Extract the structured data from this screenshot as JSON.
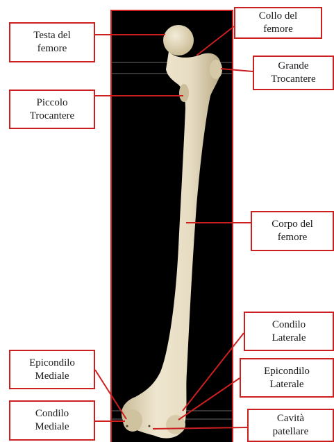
{
  "labels": {
    "testa": "Testa del\nfemore",
    "collo": "Collo del\nfemore",
    "grande": "Grande\nTrocantere",
    "piccolo": "Piccolo\nTrocantere",
    "corpo": "Corpo del\nfemore",
    "condilo_lat": "Condilo\nLaterale",
    "epi_med": "Epicondilo\nMediale",
    "epi_lat": "Epicondilo\nLaterale",
    "condilo_med": "Condilo\nMediale",
    "cavita": "Cavità\npatellare"
  },
  "colors": {
    "border": "#cc1f1f",
    "bone": "#e9e0c9",
    "background": "#000000"
  }
}
